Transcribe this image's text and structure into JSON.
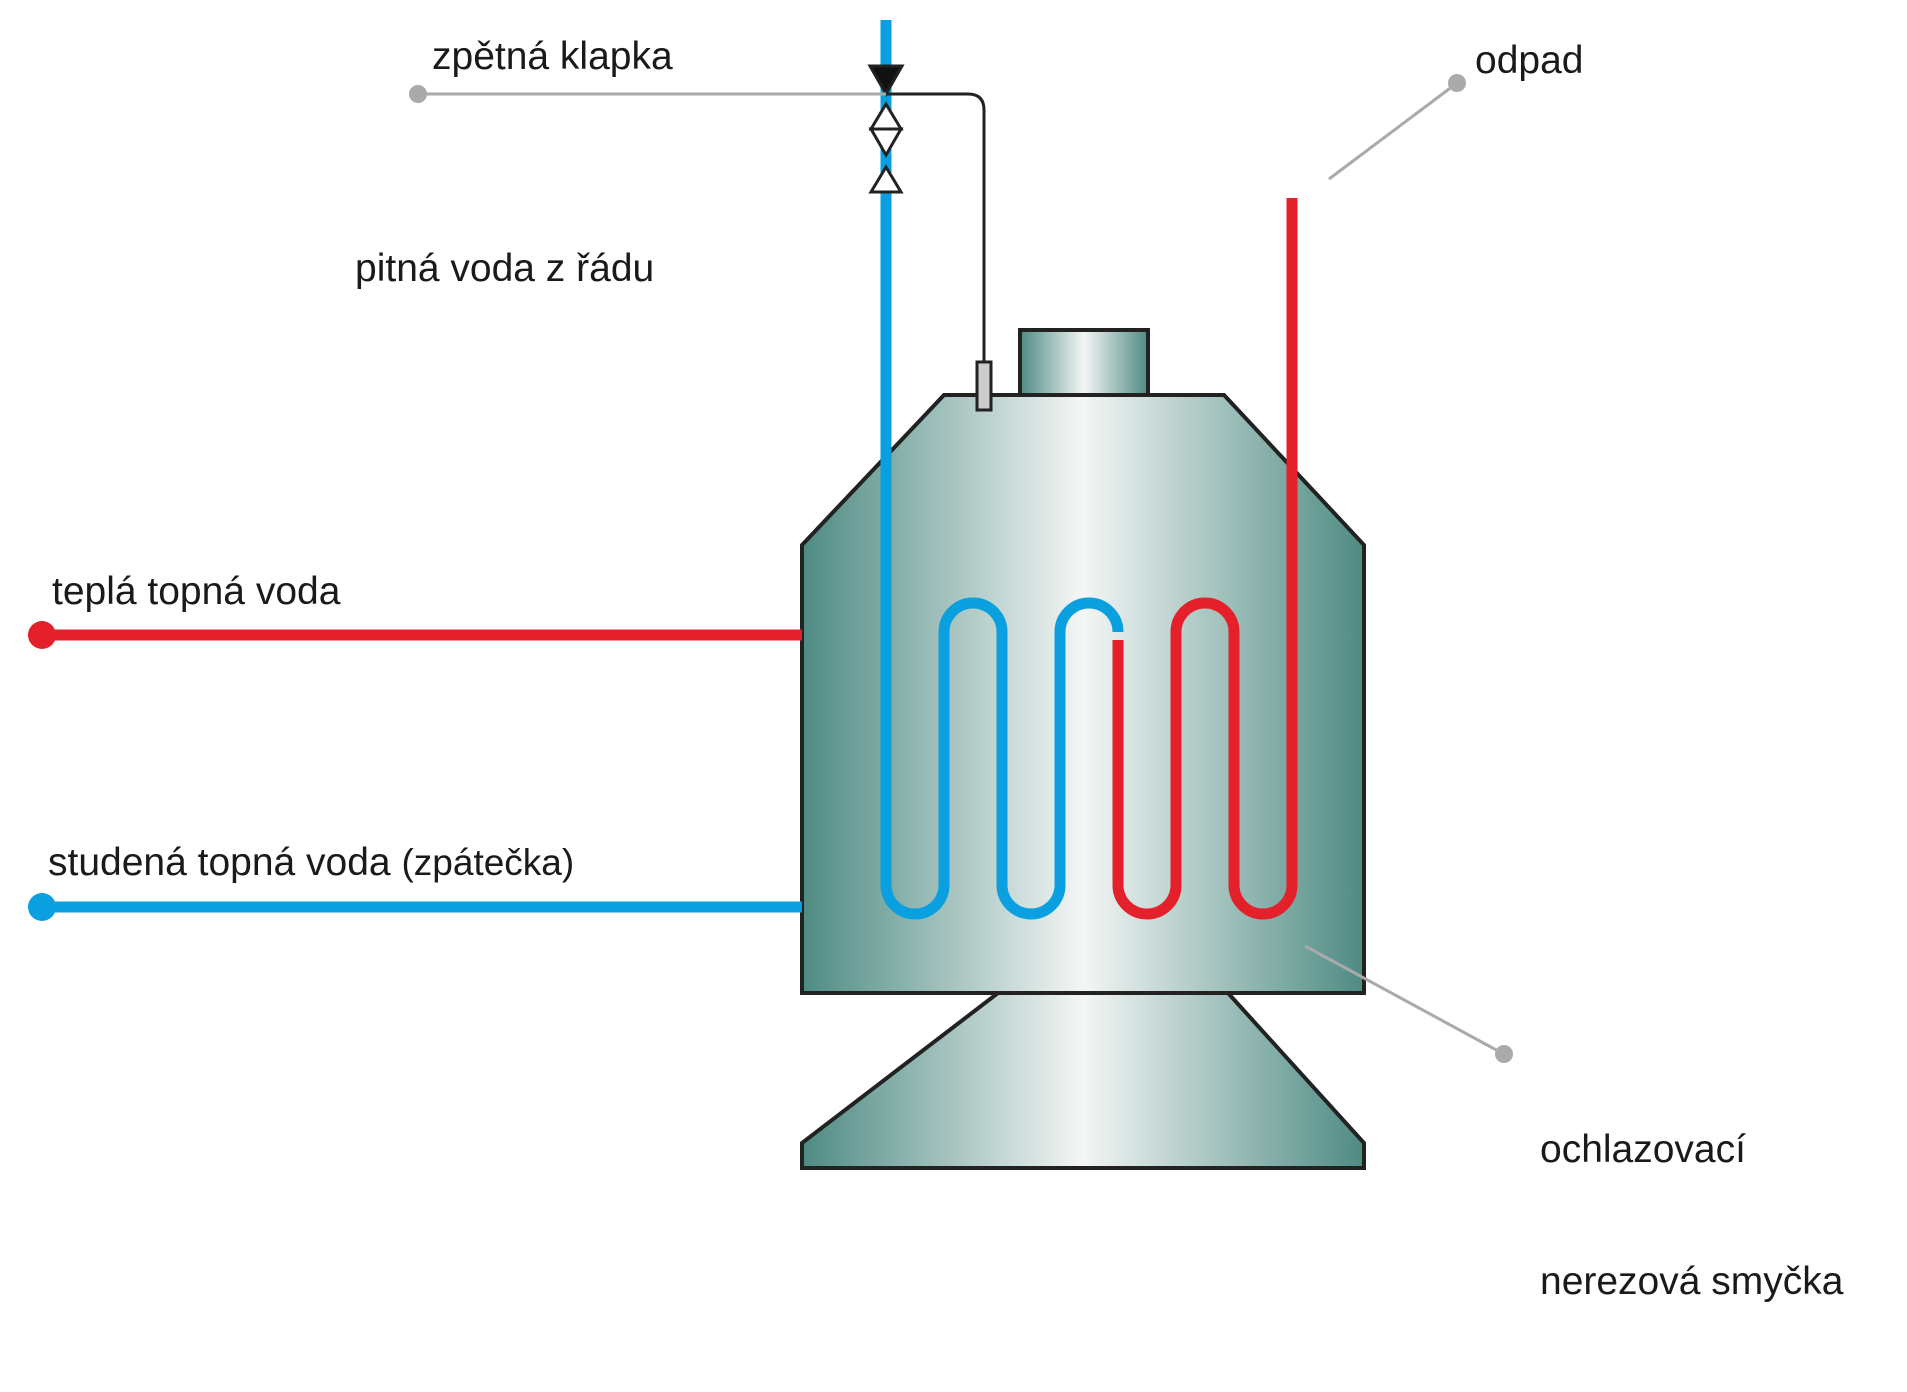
{
  "labels": {
    "check_valve": "zpětná klapka",
    "drain": "odpad",
    "potable_water": "pitná voda z řádu",
    "hot_heating_water": "teplá topná voda",
    "cold_heating_water": "studená topná voda",
    "cold_heating_water_note": "(zpátečka)",
    "cooling_loop_line1": "ochlazovací",
    "cooling_loop_line2": "nerezová smyčka"
  },
  "colors": {
    "hot_pipe": "#e4202a",
    "cold_pipe": "#0aa0e0",
    "tank_edge": "#4e8b83",
    "tank_center": "#f4f6f5",
    "outline": "#222222",
    "leader_line": "#aaaaaa"
  }
}
